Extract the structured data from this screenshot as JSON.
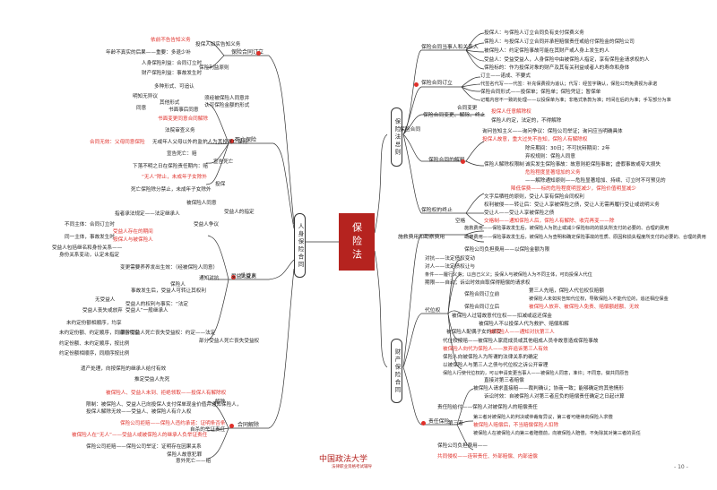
{
  "center": {
    "title": "保险法"
  },
  "main_branches": {
    "left": "人身保险合同",
    "right_top": "保险法总则",
    "right_bottom": "财产保险合同"
  },
  "left": {
    "sections": {
      "contract_formation": "保险合同订立",
      "death_insurance": "死亡保险",
      "beneficiary": "受益人",
      "termination": "合同解除"
    },
    "items": [
      {
        "text": "依前不告告知义务",
        "red": true
      },
      {
        "text": "投保人如实告知义务"
      },
      {
        "text": "年龄不真实的后果——重要：多退少补"
      },
      {
        "text": "保险利益原则"
      },
      {
        "text": "人身保险利益：合同订立时"
      },
      {
        "text": "财产保险利益：事故发生时"
      },
      {
        "text": "多种形式、可追认"
      },
      {
        "text": "明知无异议"
      },
      {
        "text": "其他形式"
      },
      {
        "text": "同意"
      },
      {
        "text": "须经被保险人同意并"
      },
      {
        "text": "认可保险金额的形式"
      },
      {
        "text": "书面事后同意"
      },
      {
        "text": "书面变更同意合同解除",
        "red": true
      },
      {
        "text": "法院审查义务"
      },
      {
        "text": "合同无效：父母同意保险",
        "red": true
      },
      {
        "text": "无或年人父母以外的监护人为其投死亡保险"
      },
      {
        "text": "宣告死亡：赔"
      },
      {
        "text": "宣告死亡"
      },
      {
        "text": "下落不明之日在保险责任期内：赔"
      },
      {
        "text": "投保"
      },
      {
        "text": "“无人”除止，未成年子女除外",
        "red": true
      },
      {
        "text": "死亡保险除分禁止，未成年子女除外"
      },
      {
        "text": "被保险人同意"
      },
      {
        "text": "受益人的指定"
      },
      {
        "text": "指者承法规定——法定继承人"
      },
      {
        "text": "受益人争议"
      },
      {
        "text": "不同主体：合同订立时"
      },
      {
        "text": "受益人存在的期间",
        "red": true
      },
      {
        "text": "同一主体，事故发生时"
      },
      {
        "text": "按保人与被保险人",
        "red": true
      },
      {
        "text": "受益人包括继名和身份关系——"
      },
      {
        "text": "身份关系变动，认定未指定"
      },
      {
        "text": "变更需要养养发出生效：（经被保险人同意）"
      },
      {
        "text": "受益人变更"
      },
      {
        "text": "通知对抗"
      },
      {
        "text": "保险人"
      },
      {
        "text": "事故发生后，受益人可转让其权利"
      },
      {
        "text": "无受益人"
      },
      {
        "text": "受益人的权利与事实：“法定"
      },
      {
        "text": "受益人”一般继承人"
      },
      {
        "text": "受益人丧失或放弃"
      },
      {
        "text": "未约定份额相顺序，均享"
      },
      {
        "text": "未约定份额、约定顺序，同顺序均享"
      },
      {
        "text": "约定份额、未约定顺序，按比例"
      },
      {
        "text": "约定份额相顺序，同顺序按比例"
      },
      {
        "text": "部分受益人死亡丧失受益权：约定——法定"
      },
      {
        "text": "部分受益人死亡丧失受益权"
      },
      {
        "text": "遗产处理，向按保险的继承人给付有效"
      },
      {
        "text": "推定受益人先死"
      },
      {
        "text": "被保险人、受益人未到、拒绝领取——投保人有解除权",
        "red": true
      },
      {
        "text": "限制：被保险人、受益人已向投保人支付保单现金价值并通知保险人，"
      },
      {
        "text": "投保人解除无效——受益人、被保险人有介入权"
      },
      {
        "text": "解除"
      },
      {
        "text": "保险公司拒赔——保险人违约承诺：证明条否条",
        "red": true
      },
      {
        "text": "被保险人在“无人”——受益人或被保险人的继承人负举证责任",
        "red": true
      },
      {
        "text": "自杀的举证责任"
      },
      {
        "text": "合同解除"
      },
      {
        "text": "保险公司拒赔——保险公司举证：证明存在因果关系"
      },
      {
        "text": "保险人故意犯罪"
      },
      {
        "text": "意外死亡——赔"
      }
    ]
  },
  "right_top": {
    "sections": {
      "general_contract": "保险合同",
      "parties": "保险合同当事人和关系人",
      "formation": "保险合同订立",
      "change_termination": "保险合同变更、解除、终止",
      "interpretation": "保险合同的解释",
      "invalidity": "保险人的解释权",
      "extinction": "保险权的终止"
    },
    "items": [
      {
        "text": "投保人：与保险人订立合同负有支付保费义务"
      },
      {
        "text": "保险人：与投保人订立合同并承担赔偿责任或给付保险金的保险公司"
      },
      {
        "text": "被保险人：约定保险事故可能在其财产或人身上发生的人"
      },
      {
        "text": "受益人：受益受益人，人身保险中由被保险人指定，享有保险金请求权的人"
      },
      {
        "text": "保险标的：作为投保对象的财产及其有关利益或者人的寿命和身体"
      },
      {
        "text": "订立——诺成、不要式"
      },
      {
        "text": "代签名代写——代签：补充保费视为追认；代写：经签字确认，保险公司免费视为承诺",
        "red": true
      },
      {
        "text": "保险合同形式——投保单；保险单；保险凭证；暂保单"
      },
      {
        "text": "记载内容不一致的处理——以投保单为准；非格式条款为准；时间在后的为准；手写部分为准"
      },
      {
        "text": "合同变更"
      },
      {
        "text": "投保人任意解除权",
        "red": true
      },
      {
        "text": "保险人约定，法定的，不得解除"
      },
      {
        "text": "询问告知主义——询问争议：保险公司举证；询问应当明确具体"
      },
      {
        "text": "投保人故意，重大过失不告知，保险人有解除权",
        "red": true
      },
      {
        "text": "除斥期间：30日；不可抗辩期间：2年"
      },
      {
        "text": "弃权规则：保险人同意"
      },
      {
        "text": "保险人解除权限制"
      },
      {
        "text": "诚实发生保险事故：故意则拒保险事故；虚假事故或夸大损失"
      },
      {
        "text": "危险程度显著增加的义务",
        "red": true
      },
      {
        "text": "——解除通知原则——危险显著增加、持续、订立时不可预见的"
      },
      {
        "text": "降低保费——标的危险程度明显减少，保险价值明显减少",
        "red": true
      },
      {
        "text": "文字后牺牲的原则，受让人享有保险合同权利"
      },
      {
        "text": "权利被侵——转让后：受让人享被保险之债，受让人无需再履行受让或说明义务"
      },
      {
        "text": "受让人——受让人享被保险之债"
      },
      {
        "text": "交格制——通知保险人后，保险人有解除、收完再变——除",
        "red": true
      },
      {
        "text": "空格"
      }
    ]
  },
  "right_bottom": {
    "sections": {
      "compensation": "施救费用和勘察费用",
      "subrogation": "代位权",
      "liability": "责任保险"
    },
    "items": [
      {
        "text": "施救费用——保险事故发生后，被保险人为防止或减少保险标的的损失所支付的必要的、合理的费用"
      },
      {
        "text": "勘察费用——保险事故发生后，被保险人为查明和确定保险事故的性质、原因和损失程度所支付的必要的、合理的费用"
      },
      {
        "text": "保险公司负担费用——以保险金额为限"
      },
      {
        "text": "对抗——法定债权变动"
      },
      {
        "text": "对人——法定债权让与"
      },
      {
        "text": "条件——履行义务；以自己义义；投保人与被保险人为不同主体，可向投保人代位"
      },
      {
        "text": "期限——自动；诉讼时效自取保得赔偿的请求权"
      },
      {
        "text": "第三人先赔，保险人代位权仅赔额",
        "red": false
      },
      {
        "text": "保险合同订立前"
      },
      {
        "text": "被保险人未如实告知代位权，导致保险人不能代位的，追还相应保金"
      },
      {
        "text": "保险合同订立后"
      },
      {
        "text": "被保险人放弃、被保险人免责、赔偿额超额、无效",
        "red": true
      },
      {
        "text": "被保险人过错故意代位权——扣减或返还保金"
      },
      {
        "text": "被保险人不以投保人代为救护、赔偿和解"
      },
      {
        "text": "被保险人配偶子女的承受"
      },
      {
        "text": "被保险人——通知对抗第三人",
        "red": true
      },
      {
        "text": "代位权按赔——被保险人家庭成员或其他组成人员非故意造成保险事故"
      },
      {
        "text": "被保险人向代为保险人——放弃追诉第三人有效",
        "red": true
      },
      {
        "text": "保险人向被保险人为所谓的法律关系的确定"
      },
      {
        "text": "以被保险人与第三人之债与代位权之诉公开审理"
      },
      {
        "text": "保险人行使代位权的，可以申请变更当事人——被保险人同意，准许；不同意，做共同原告"
      },
      {
        "text": "直接对第三者赔偿"
      },
      {
        "text": "被保险人请求直接赔——裁判确认；协商一致；能够确定的其他情形"
      },
      {
        "text": "诉讼时效：自被保险人对第三者应负的赔偿责任确定之日起计算"
      },
      {
        "text": "责任险给付——保险人对被保险人的赔偿责任"
      },
      {
        "text": "第三者"
      },
      {
        "text": "第三者对被保险人的判决或仲裁有异议，第三者可继续向保险人求偿"
      },
      {
        "text": "被保险人赔偿后，不当赔偿保险人扣除",
        "red": true
      },
      {
        "text": "被保险人在被保险人向第三者赔偿前，向被保险人赔偿，不免除其对第三者的责任"
      },
      {
        "text": "保险公司负担费用——"
      },
      {
        "text": "共同侵权——连带责任、外部赔偿、内部追偿",
        "red": true
      }
    ]
  },
  "footer": {
    "logo": "中国政法大学",
    "subtitle": "法律职业资格考试辅导",
    "page": "- 10 -"
  }
}
